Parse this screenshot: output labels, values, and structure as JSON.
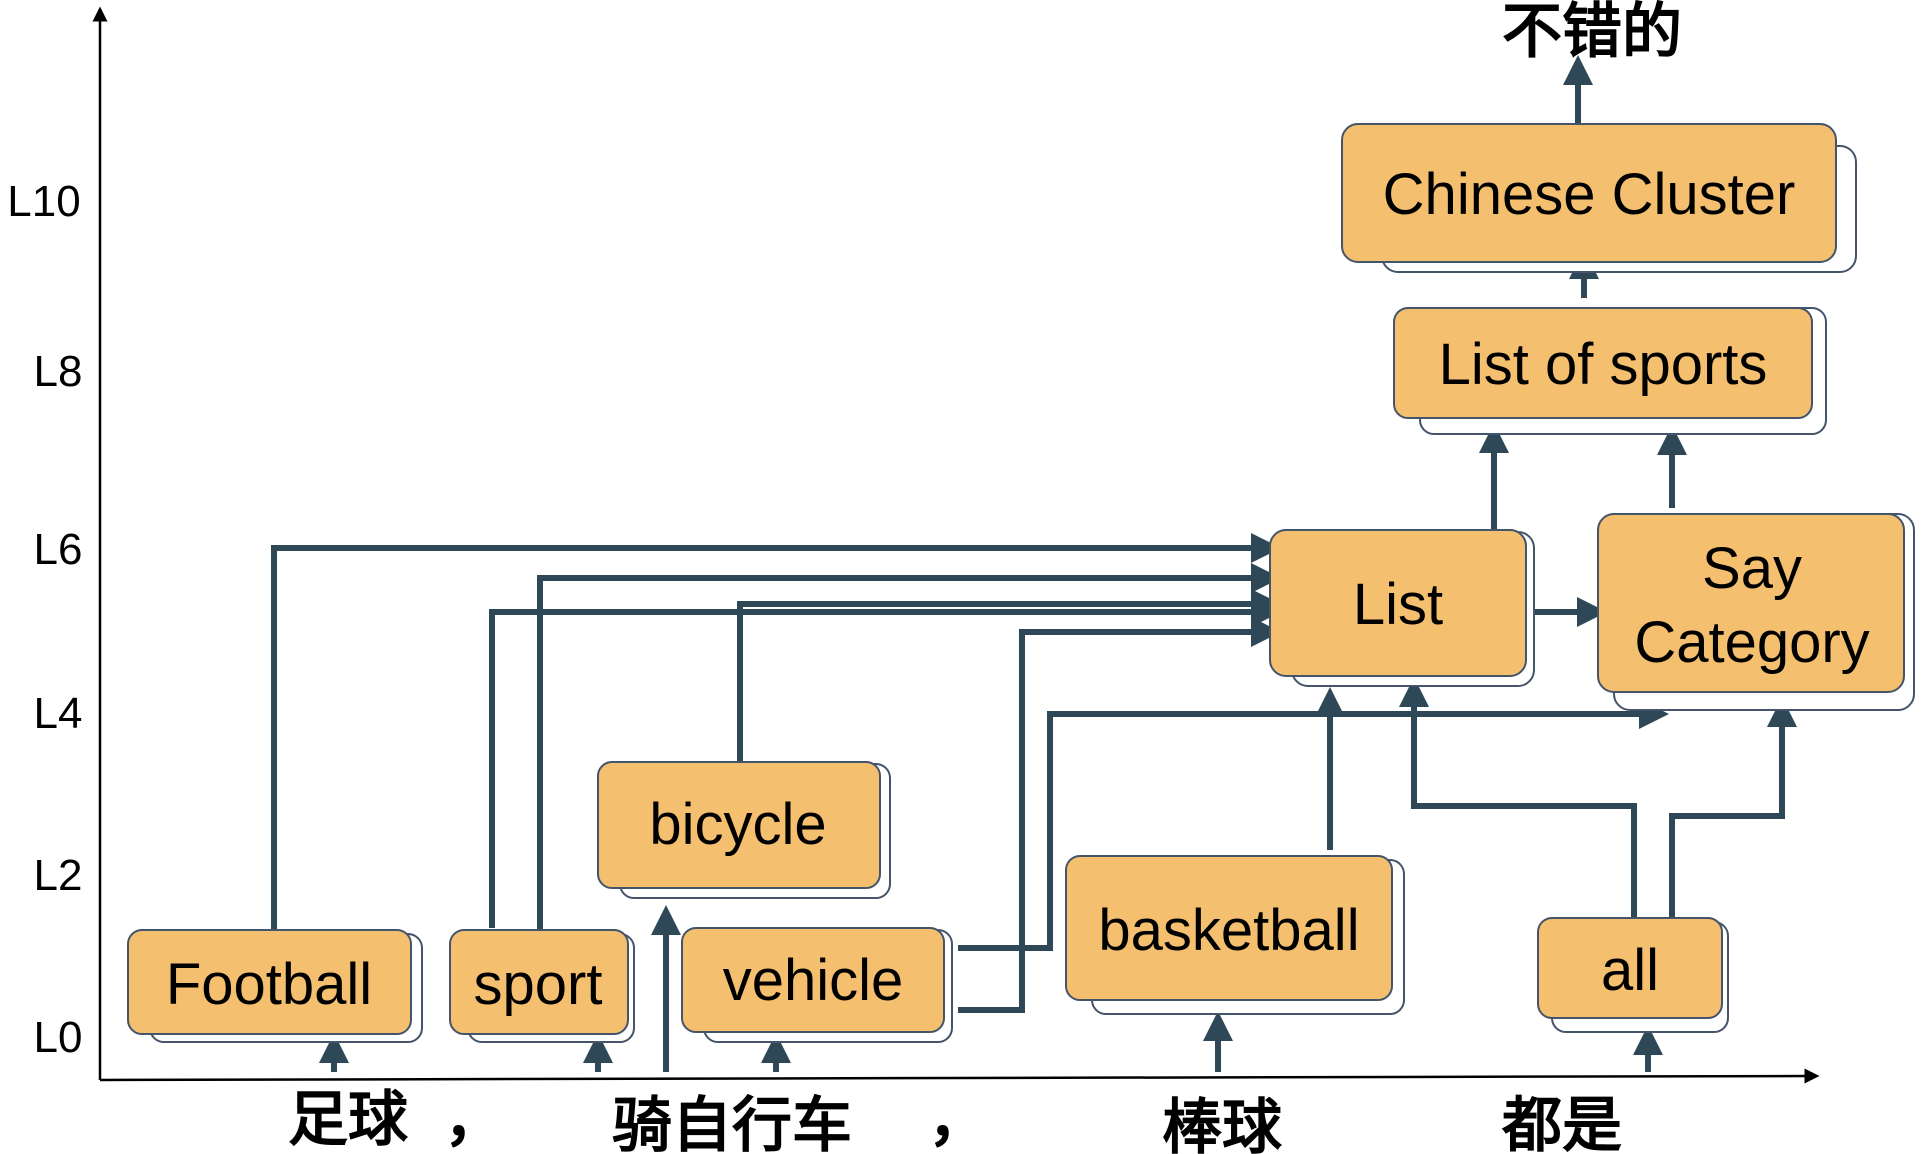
{
  "layer_labels": [
    "L10",
    "L8",
    "L6",
    "L4",
    "L2",
    "L0"
  ],
  "input_tokens": [
    "足球",
    "，",
    "骑自行车",
    "，",
    "棒球",
    "都是"
  ],
  "output_token": "不错的",
  "nodes": {
    "football": "Football",
    "sport": "sport",
    "vehicle": "vehicle",
    "bicycle": "bicycle",
    "basketball": "basketball",
    "all": "all",
    "list": "List",
    "say_category_line1": "Say",
    "say_category_line2": "Category",
    "list_of_sports": "List of sports",
    "chinese_cluster": "Chinese Cluster"
  },
  "colors": {
    "node_fill": "#f4c06f",
    "edge": "#2f4858",
    "node_border": "#44546a"
  }
}
